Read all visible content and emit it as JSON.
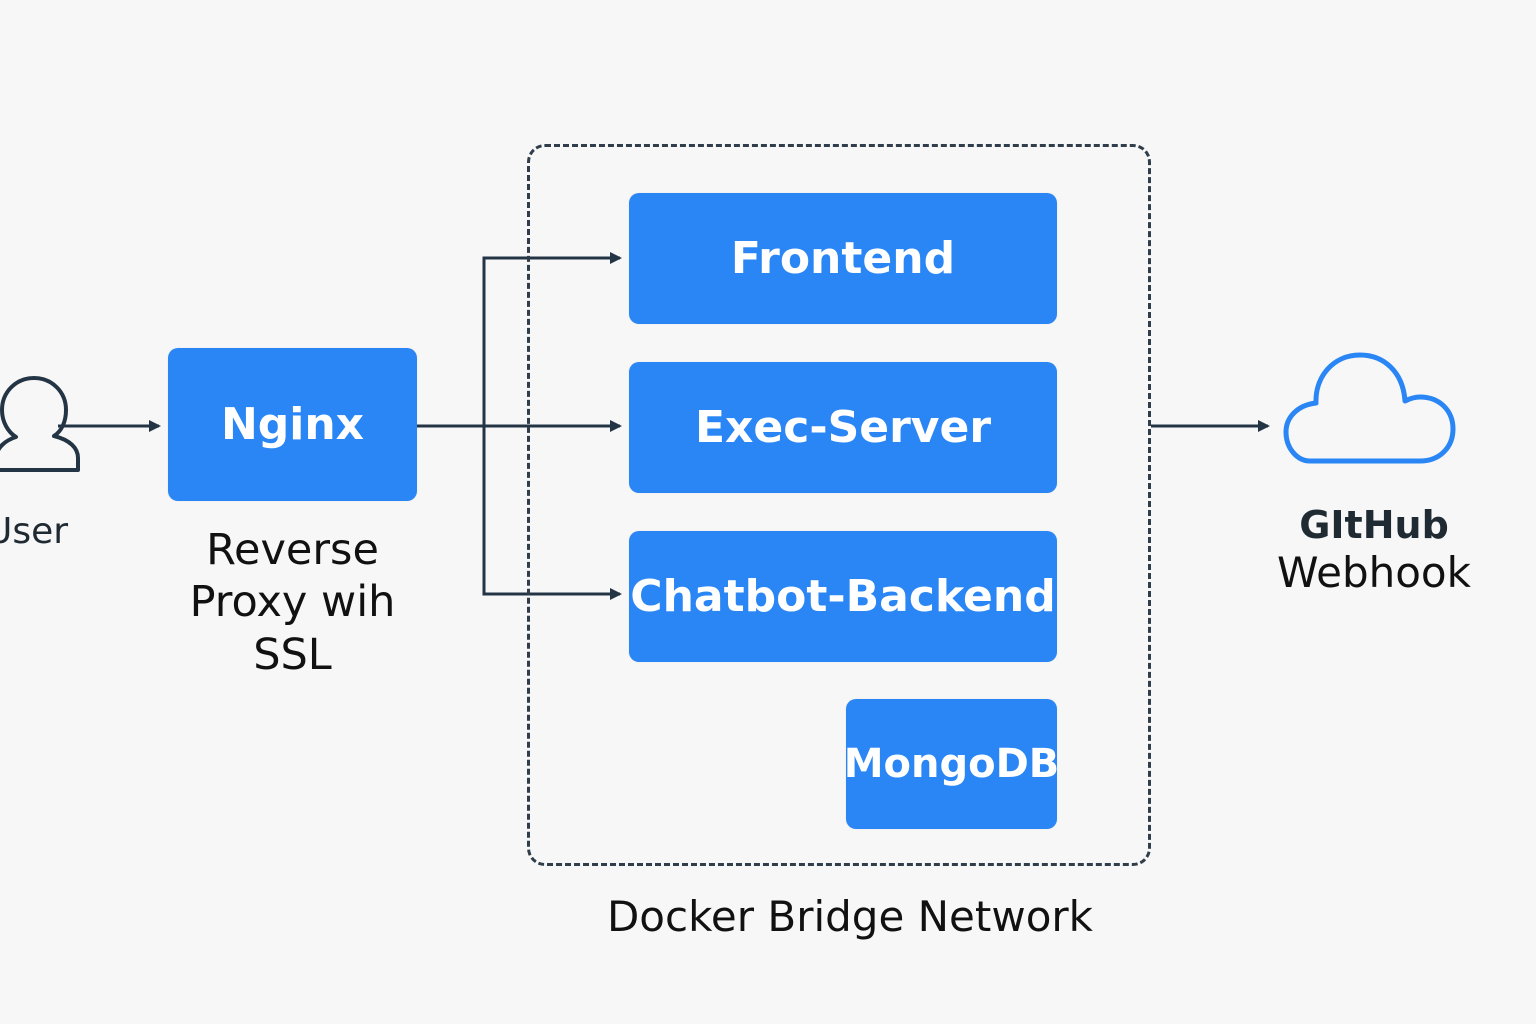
{
  "diagram": {
    "user": {
      "label": "User",
      "icon": "user-icon"
    },
    "nginx": {
      "label": "Nginx",
      "caption": "Reverse Proxy wih SSL"
    },
    "services": [
      {
        "key": "frontend",
        "label": "Frontend"
      },
      {
        "key": "exec",
        "label": "Exec-Server"
      },
      {
        "key": "chatbot",
        "label": "Chatbot-Backend"
      },
      {
        "key": "mongo",
        "label": "MongoDB"
      }
    ],
    "network": {
      "caption": "Docker Bridge Network"
    },
    "github": {
      "title": "GItHub",
      "subtitle": "Webhook",
      "icon": "cloud-icon"
    }
  },
  "colors": {
    "service_fill": "#2a86f4",
    "service_text": "#ffffff",
    "line": "#233544",
    "cloud": "#2a86f4",
    "background": "#f7f7f7"
  }
}
